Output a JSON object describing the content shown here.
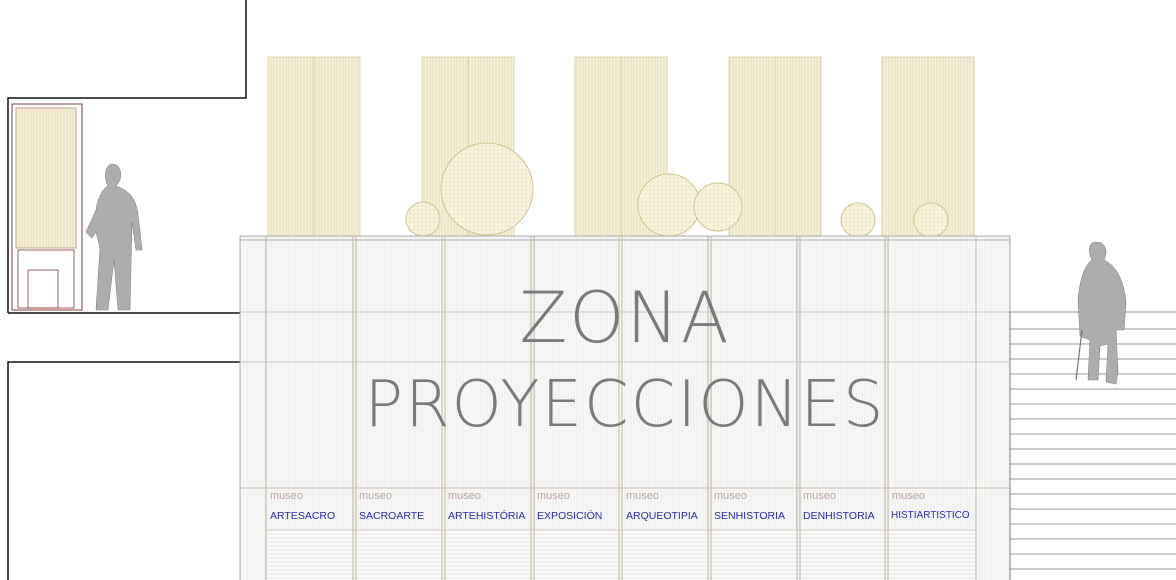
{
  "title": {
    "line1": "ZONA",
    "line2": "PROYECCIONES"
  },
  "colors": {
    "cream": "#f4efd6",
    "creamStroke": "#d8cfa2",
    "line": "#111111",
    "frame": "#c9c0a8",
    "label": "#2b2ba8",
    "prefix": "#b9a7a0",
    "wood": "#8b3a3a"
  },
  "panels": [
    {
      "prefix": "museo",
      "name": "ARTESACRO"
    },
    {
      "prefix": "museo",
      "name": "SACROARTE"
    },
    {
      "prefix": "museo",
      "name": "ARTEHISTÓRIA"
    },
    {
      "prefix": "museo",
      "name": "EXPOSICIÓN"
    },
    {
      "prefix": "museo",
      "name": "ARQUEOTIPIA"
    },
    {
      "prefix": "museo",
      "name": "SENHISTORIA"
    },
    {
      "prefix": "museo",
      "name": "DENHISTORIA"
    },
    {
      "prefix": "museo",
      "name": "HISTIARTISTICO"
    }
  ]
}
